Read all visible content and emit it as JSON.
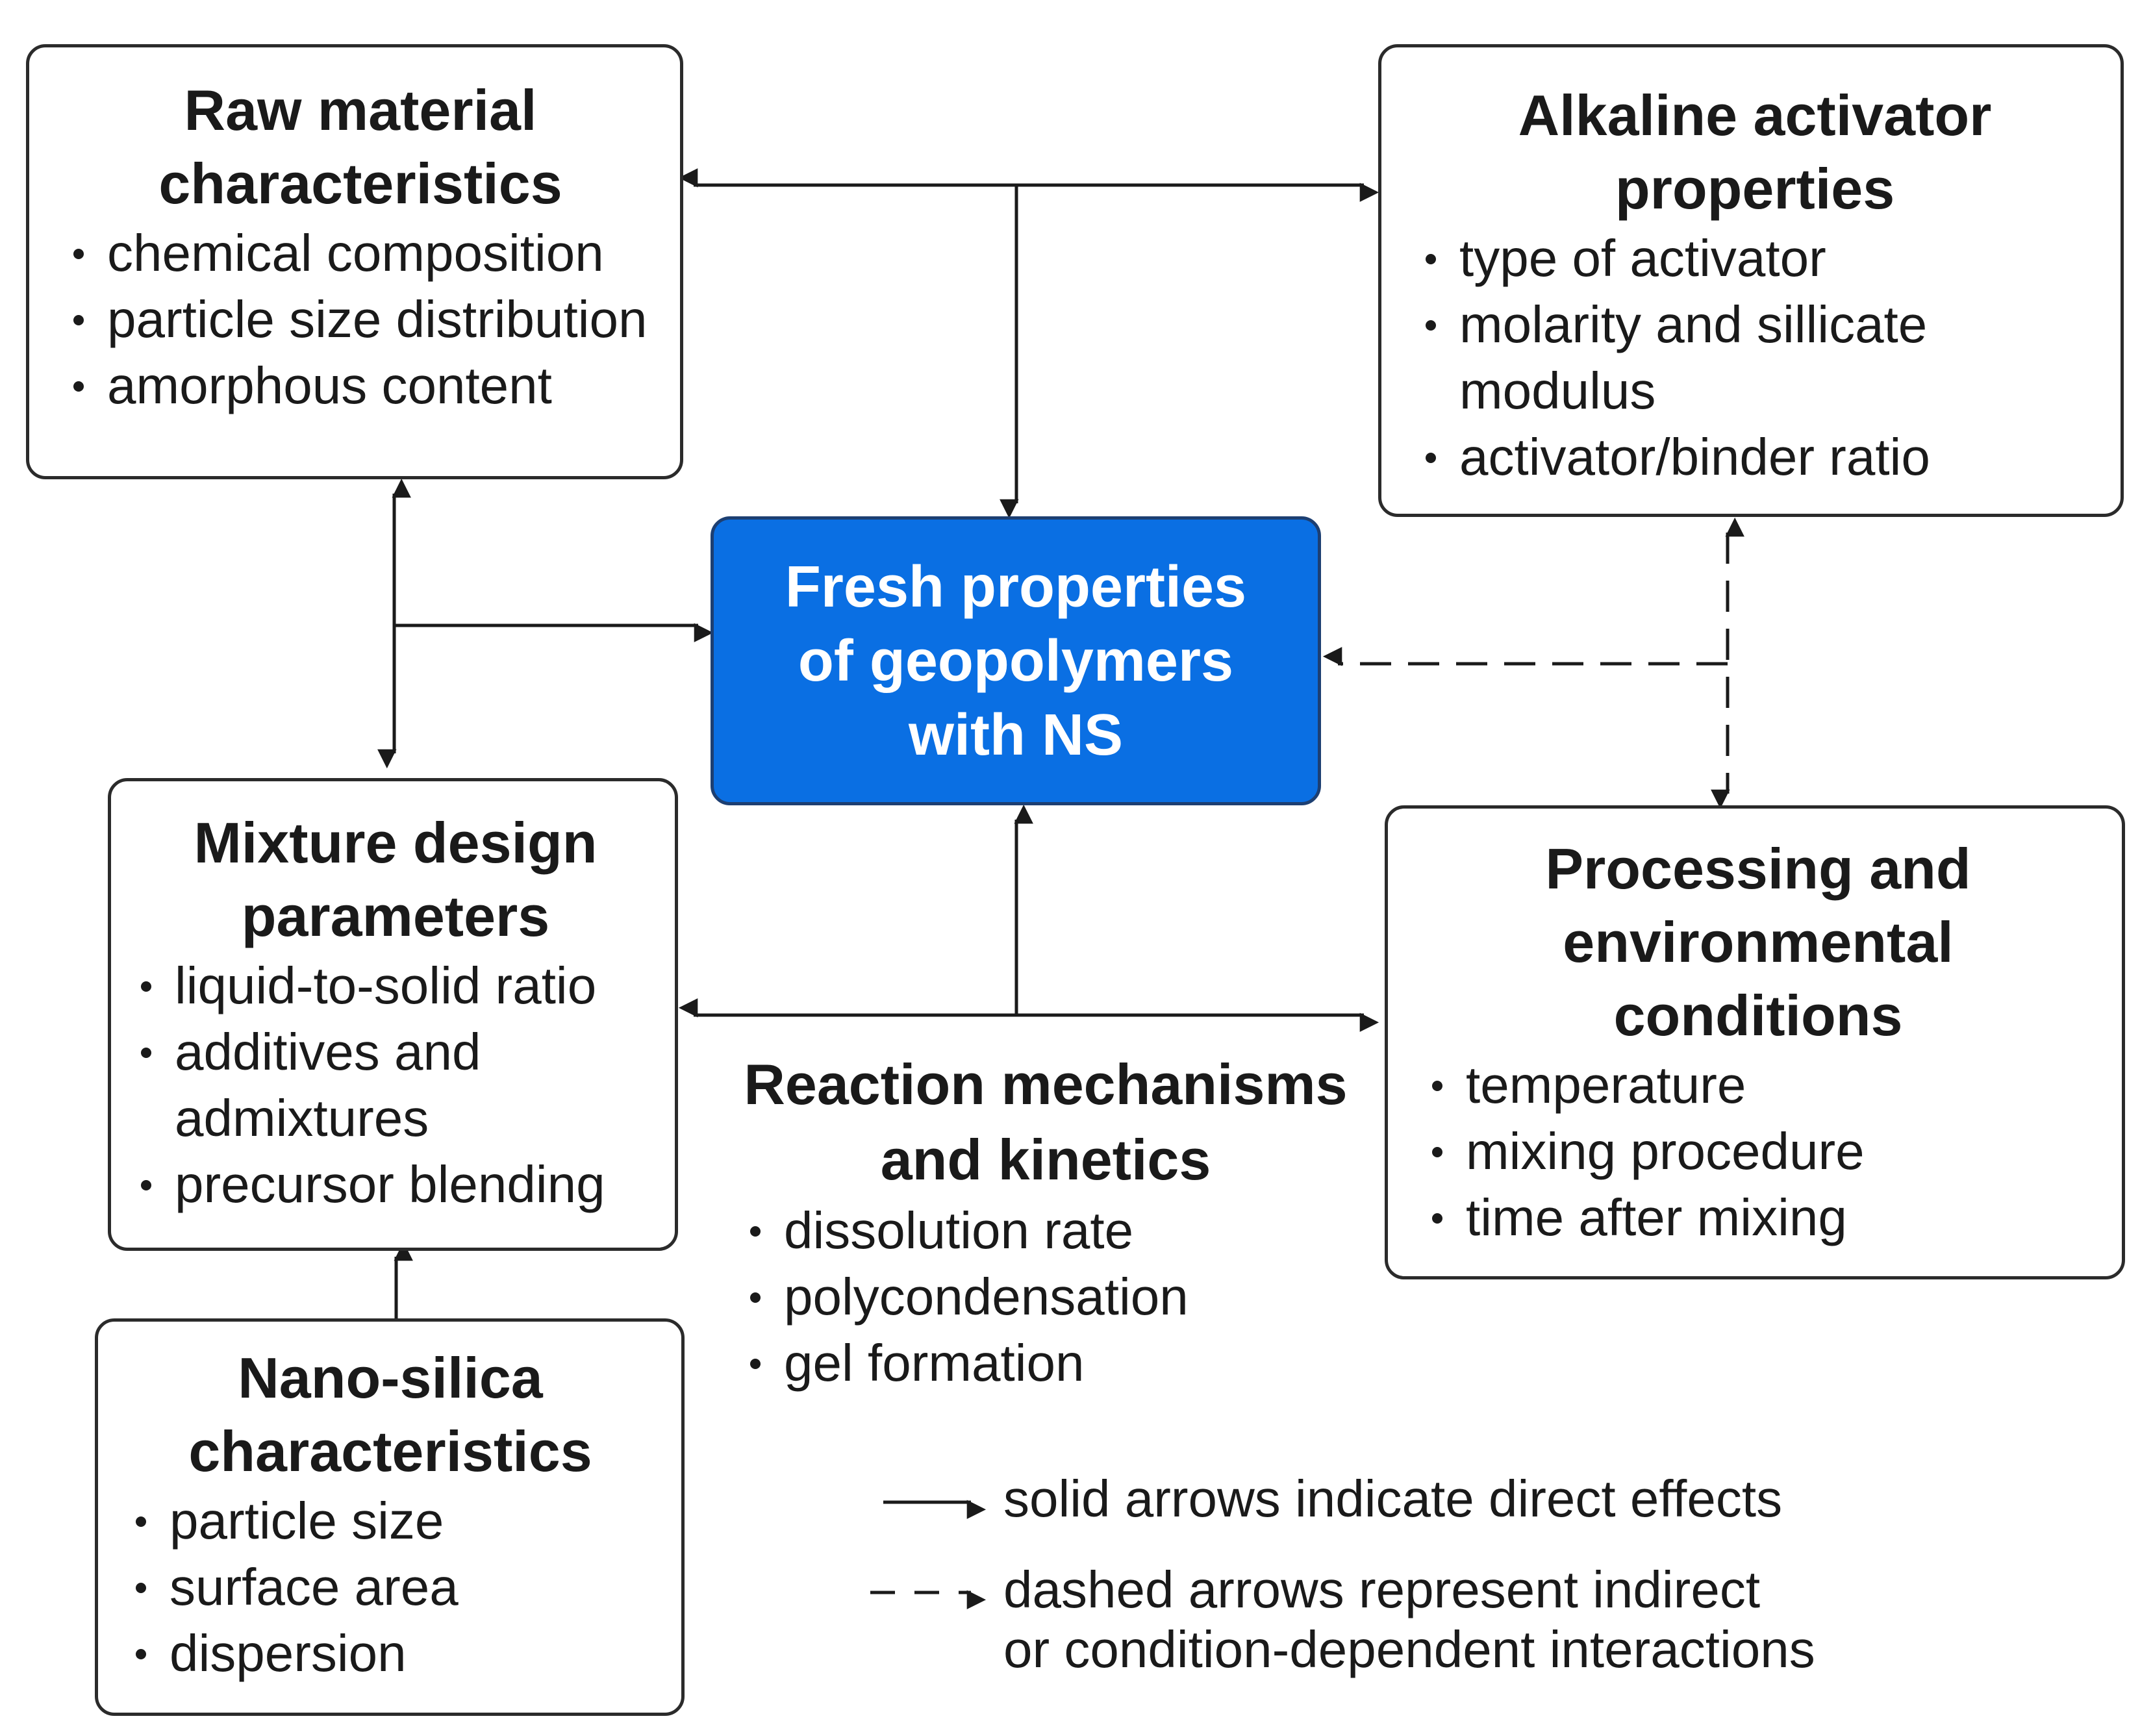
{
  "colors": {
    "center_fill": "#0a6fe3",
    "center_border": "#1d3f72",
    "line": "#1a1a1a"
  },
  "raw_material": {
    "title": "Raw material\ncharacteristics",
    "items": [
      "chemical composition",
      "particle size distribution",
      "amorphous content"
    ]
  },
  "alkaline": {
    "title": "Alkaline activator\nproperties",
    "items": [
      "type of activator",
      "molarity and sillicate\nmodulus",
      "activator/binder ratio"
    ]
  },
  "center": {
    "title": "Fresh properties\nof geopolymers\nwith NS"
  },
  "mixture": {
    "title": "Mixture design\nparameters",
    "items": [
      "liquid-to-solid ratio",
      "additives and\nadmixtures",
      "precursor blending"
    ]
  },
  "reaction": {
    "title": "Reaction mechanisms\nand kinetics",
    "items": [
      "dissolution rate",
      "polycondensation",
      "gel formation"
    ]
  },
  "processing": {
    "title": "Processing and\nenvironmental\nconditions",
    "items": [
      "temperature",
      "mixing procedure",
      "time after mixing"
    ]
  },
  "nano": {
    "title": "Nano-silica\ncharacteristics",
    "items": [
      "particle size",
      "surface area",
      "dispersion"
    ]
  },
  "legend": {
    "solid": "solid arrows indicate direct effects",
    "dashed": "dashed arrows represent indirect\nor condition-dependent interactions"
  }
}
